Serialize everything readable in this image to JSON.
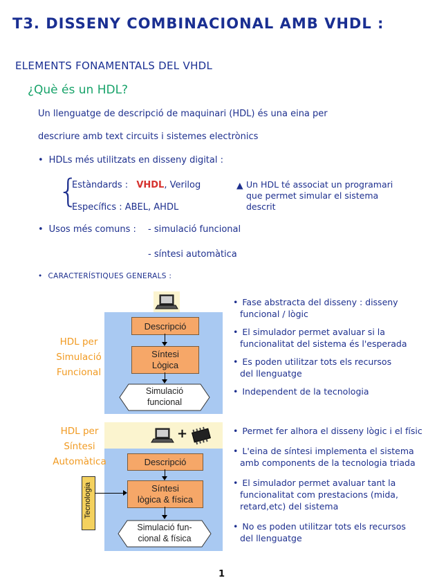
{
  "title": "T3. DISSENY COMBINACIONAL AMB VHDL :",
  "section": "ELEMENTS FONAMENTALS DEL VHDL",
  "question": "¿Què és un HDL?",
  "definition_line1": "Un llenguatge de descripció de maquinari (HDL) és una eina per",
  "definition_line2": "descriure amb text circuits i sistemes electrònics",
  "hdls_used": "HDLs més utilitzats en disseny digital :",
  "standards_label": "Estàndards :",
  "standards_vhdl": "VHDL",
  "standards_rest": ", Verilog",
  "specifics": "Específics : ABEL, AHDL",
  "hdl_note_marker": "▲",
  "hdl_note": [
    "Un HDL té associat un programari",
    "que permet simular el sistema",
    "descrit"
  ],
  "uses_label": "Usos més comuns :",
  "use1": "- simulació funcional",
  "use2": "- síntesi automàtica",
  "general_label": "CARACTERÍSTIQUES GENERALS :",
  "diagram1": {
    "side_label": [
      "HDL per",
      "Simulació",
      "Funcional"
    ],
    "box1": "Descripció",
    "box2": [
      "Síntesi",
      "Lògica"
    ],
    "box3": [
      "Simulació",
      "funcional"
    ],
    "icon": "laptop-icon"
  },
  "diagram2": {
    "side_label": [
      "HDL per",
      "Síntesi",
      "Automàtica"
    ],
    "box1": "Descripció",
    "box2": [
      "Síntesi",
      "lògica & física"
    ],
    "box3": [
      "Simulació fun-",
      "cional & física"
    ],
    "tech_label": "Tecnologia",
    "plus": "+",
    "icons": [
      "laptop-icon",
      "chip-icon"
    ]
  },
  "notes1": [
    [
      "Fase abstracta del disseny : disseny",
      "funcional / lògic"
    ],
    [
      "El simulador permet avaluar si la",
      "funcionalitat del sistema és l'esperada"
    ],
    [
      "Es poden utilitzar tots els recursos",
      "del llenguatge"
    ],
    [
      "Independent de la tecnologia"
    ]
  ],
  "notes2": [
    [
      "Permet fer alhora el disseny lògic i el físic"
    ],
    [
      "L'eina de síntesi implementa el sistema",
      "amb components de la tecnologia triada"
    ],
    [
      "El simulador permet avaluar tant la",
      "funcionalitat com prestacions (mida,",
      "retard,etc) del sistema"
    ],
    [
      "No es poden utilitzar tots els recursos",
      "del llenguatge"
    ]
  ],
  "page_number": "1",
  "colors": {
    "ink": "#1d2f8e",
    "green": "#18a36a",
    "red": "#d6332f",
    "orange": "#f19a21",
    "box": "#f6a768",
    "panel": "#a9c9f2",
    "strip": "#fbf4cf"
  }
}
